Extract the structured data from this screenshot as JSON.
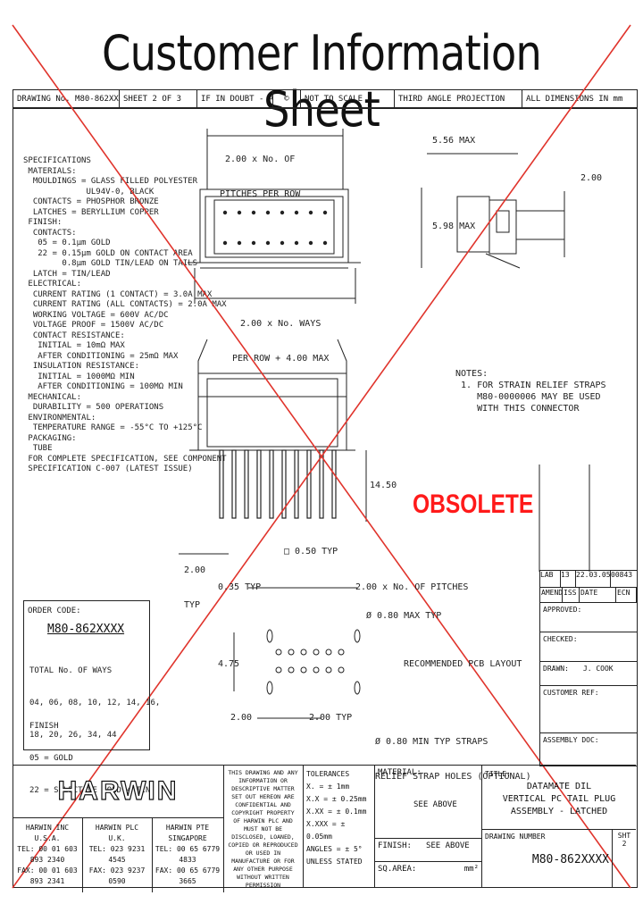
{
  "title": "Customer Information Sheet",
  "stamp": "OBSOLETE",
  "header": {
    "drawing_no": "DRAWING No. M80-862XXXX",
    "sheet": "SHEET 2 OF 3",
    "if_in_doubt": "IF IN DOUBT - ASK",
    "not_to_scale": "NOT TO SCALE",
    "projection": "THIRD ANGLE PROJECTION",
    "dimensions": "ALL DIMENSIONS IN mm"
  },
  "specification": [
    "SPECIFICATIONS",
    " MATERIALS:",
    "  MOULDINGS = GLASS FILLED POLYESTER",
    "             UL94V-0, BLACK",
    "  CONTACTS = PHOSPHOR BRONZE",
    "  LATCHES = BERYLLIUM COPPER",
    " FINISH:",
    "  CONTACTS:",
    "   05 = 0.1μm GOLD",
    "   22 = 0.15μm GOLD ON CONTACT AREA",
    "        0.8μm GOLD TIN/LEAD ON TAILS",
    "  LATCH = TIN/LEAD",
    " ELECTRICAL:",
    "  CURRENT RATING (1 CONTACT) = 3.0A MAX",
    "  CURRENT RATING (ALL CONTACTS) = 2.0A MAX",
    "  WORKING VOLTAGE = 600V AC/DC",
    "  VOLTAGE PROOF = 1500V AC/DC",
    "  CONTACT RESISTANCE:",
    "   INITIAL = 10mΩ MAX",
    "   AFTER CONDITIONING = 25mΩ MAX",
    "  INSULATION RESISTANCE:",
    "   INITIAL = 1000MΩ MIN",
    "   AFTER CONDITIONING = 100MΩ MIN",
    " MECHANICAL:",
    "  DURABILITY = 500 OPERATIONS",
    " ENVIRONMENTAL:",
    "  TEMPERATURE RANGE = -55°C TO +125°C",
    " PACKAGING:",
    "  TUBE",
    " FOR COMPLETE SPECIFICATION, SEE COMPONENT",
    " SPECIFICATION C-007 (LATEST ISSUE)"
  ],
  "order_code": {
    "label": "ORDER CODE:",
    "code": "M80-862XXXX",
    "ways_label": "TOTAL No. OF WAYS",
    "ways_line1": "04, 06, 08, 10, 12, 14, 16,",
    "ways_line2": "18, 20, 26, 34, 44",
    "finish_label": "FINISH",
    "finish_05": "05 = GOLD",
    "finish_22": "22 = SELECTIVE GOLD + TIN"
  },
  "dims": {
    "pitches_top_1": "2.00 x No. OF",
    "pitches_top_2": "PITCHES PER ROW",
    "width_bottom_1": "2.00 x No. WAYS",
    "width_bottom_2": "PER ROW + 4.00 MAX",
    "max_556": "5.56 MAX",
    "dim_200_side": "2.00",
    "max_598": "5.98 MAX",
    "dim_1450": "14.50",
    "dim_200_typ": "2.00",
    "typ": "TYP",
    "dia_050": "□ 0.50 TYP",
    "dim_0_35": "0.35 TYP",
    "pitches_pcb": "2.00 x No. OF PITCHES",
    "dia_080": "Ø 0.80 MAX TYP",
    "dim_475": "4.75",
    "pcb_layout": "RECOMMENDED PCB LAYOUT",
    "dim_200_l": "2.00",
    "dim_200_r": "2.00 TYP",
    "strap1": "Ø 0.80 MIN TYP STRAPS",
    "strap2": "RELIEF STRAP HOLES (OPTIONAL)"
  },
  "notes": "NOTES:\n 1. FOR STRAIN RELIEF STRAPS\n    M80-0000006 MAY BE USED\n    WITH THIS CONNECTOR",
  "revision": {
    "lab": "LAB",
    "iss": "13",
    "date": "22.03.05",
    "no": "00843",
    "cols": [
      "AMEND",
      "ISS",
      "DATE",
      "ECN"
    ],
    "approved": "APPROVED:",
    "checked": "CHECKED:",
    "drawn": "DRAWN:",
    "drawn_by": "J. COOK",
    "customer_ref": "CUSTOMER REF:",
    "assembly_doc": "ASSEMBLY DOC:"
  },
  "title_block": {
    "brand": "HARWIN",
    "disclaimer": "THIS DRAWING AND ANY INFORMATION OR DESCRIPTIVE MATTER SET OUT HEREON ARE CONFIDENTIAL AND COPYRIGHT PROPERTY OF HARWIN PLC AND MUST NOT BE DISCLOSED, LOANED, COPIED OR REPRODUCED OR USED IN MANUFACTURE OR FOR ANY OTHER PURPOSE WITHOUT WRITTEN PERMISSION",
    "tolerances_label": "TOLERANCES",
    "tol1": "X. = ± 1mm",
    "tol2": "X.X = ± 0.25mm",
    "tol3": "X.XX = ± 0.1mm",
    "tol4": "X.XXX = ± 0.05mm",
    "angles": "ANGLES = ± 5°",
    "unless": "UNLESS STATED",
    "material_label": "MATERIAL:",
    "material_value": "SEE ABOVE",
    "finish_label": "FINISH:",
    "finish_value": "SEE ABOVE",
    "sq_label": "SQ.AREA:",
    "sq_unit": "mm²",
    "title_label": "TITLE:",
    "title_1": "DATAMATE DIL",
    "title_2": "VERTICAL PC TAIL PLUG",
    "title_3": "ASSEMBLY - LATCHED",
    "drawing_label": "DRAWING NUMBER",
    "drawing_number": "M80-862XXXX",
    "sheet_label": "SHT",
    "sheet_no": "2",
    "uk_1": "HARWIN INC",
    "uk_2": "U.S.A.",
    "uk_3": "TEL: 00 01 603 893 2340",
    "uk_4": "FAX: 00 01 603 893 2341",
    "plc_1": "HARWIN PLC",
    "plc_2": "U.K.",
    "plc_3": "TEL: 023 9231 4545",
    "plc_4": "FAX: 023 9237 0590",
    "pte_1": "HARWIN PTE",
    "pte_2": "SINGAPORE",
    "pte_3": "TEL: 00 65 6779 4833",
    "pte_4": "FAX: 00 65 6779 3665"
  }
}
